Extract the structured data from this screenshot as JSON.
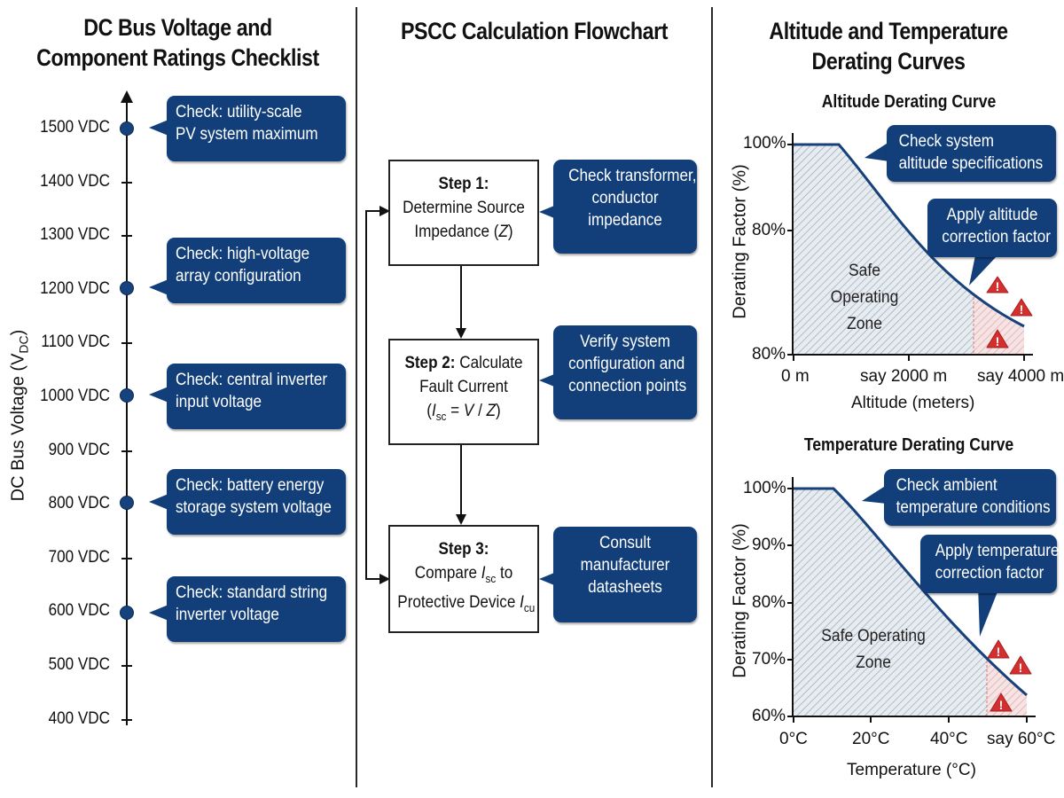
{
  "left": {
    "title_line1": "DC Bus Voltage and",
    "title_line2": "Component Ratings Checklist",
    "axis_label_main": "DC Bus Voltage (V",
    "axis_label_sub": "DC",
    "axis_label_close": ")",
    "ticks": [
      "1500 VDC",
      "1400 VDC",
      "1300 VDC",
      "1200 VDC",
      "1100 VDC",
      "1000 VDC",
      "900 VDC",
      "800 VDC",
      "700 VDC",
      "600 VDC",
      "500 VDC",
      "400 VDC"
    ],
    "callouts": [
      {
        "line1": "Check: utility-scale",
        "line2": "PV system maximum"
      },
      {
        "line1": "Check: high-voltage",
        "line2": "array configuration"
      },
      {
        "line1": "Check: central inverter",
        "line2": "input voltage"
      },
      {
        "line1": "Check: battery energy",
        "line2": "storage system voltage"
      },
      {
        "line1": "Check: standard string",
        "line2": "inverter voltage"
      }
    ]
  },
  "middle": {
    "title": "PSCC Calculation Flowchart",
    "steps": [
      {
        "bold": "Step 1:",
        "line2": "Determine Source",
        "line3": "Impedance (Z)"
      },
      {
        "bold": "Step 2:",
        "rest1": " Calculate",
        "line2": "Fault Current",
        "line3": "(Isc = V / Z)"
      },
      {
        "bold": "Step 3:",
        "line2": "Compare Isc to",
        "line3": "Protective Device Icu"
      }
    ],
    "notes": [
      {
        "line1": "Check transformer,",
        "line2": "conductor",
        "line3": "impedance"
      },
      {
        "line1": "Verify system",
        "line2": "configuration and",
        "line3": "connection points"
      },
      {
        "line1": "Consult",
        "line2": "manufacturer",
        "line3": "datasheets"
      }
    ]
  },
  "right": {
    "title_line1": "Altitude and Temperature",
    "title_line2": "Derating Curves",
    "altitude": {
      "title": "Altitude Derating Curve",
      "ylabel": "Derating Factor (%)",
      "xlabel": "Altitude (meters)",
      "yticks": [
        "100%",
        "80%",
        "80%"
      ],
      "xticks": [
        "0 m",
        "say 2000 m",
        "say 4000 m"
      ],
      "zone_l1": "Safe",
      "zone_l2": "Operating",
      "zone_l3": "Zone",
      "callout1_l1": "Check system",
      "callout1_l2": "altitude specifications",
      "callout2_l1": "Apply altitude",
      "callout2_l2": "correction factor"
    },
    "temperature": {
      "title": "Temperature Derating Curve",
      "ylabel": "Derating Factor (%)",
      "xlabel": "Temperature (°C)",
      "yticks": [
        "100%",
        "90%",
        "80%",
        "70%",
        "60%"
      ],
      "xticks": [
        "0°C",
        "20°C",
        "40°C",
        "say 60°C"
      ],
      "zone_l1": "Safe Operating",
      "zone_l2": "Zone",
      "callout1_l1": "Check ambient",
      "callout1_l2": "temperature conditions",
      "callout2_l1": "Apply temperature",
      "callout2_l2": "correction factor"
    }
  },
  "colors": {
    "callout_bg": "#123f7a",
    "curve": "#17417a",
    "warning": "#d32f2f",
    "hatch": "#9aa7b3"
  }
}
